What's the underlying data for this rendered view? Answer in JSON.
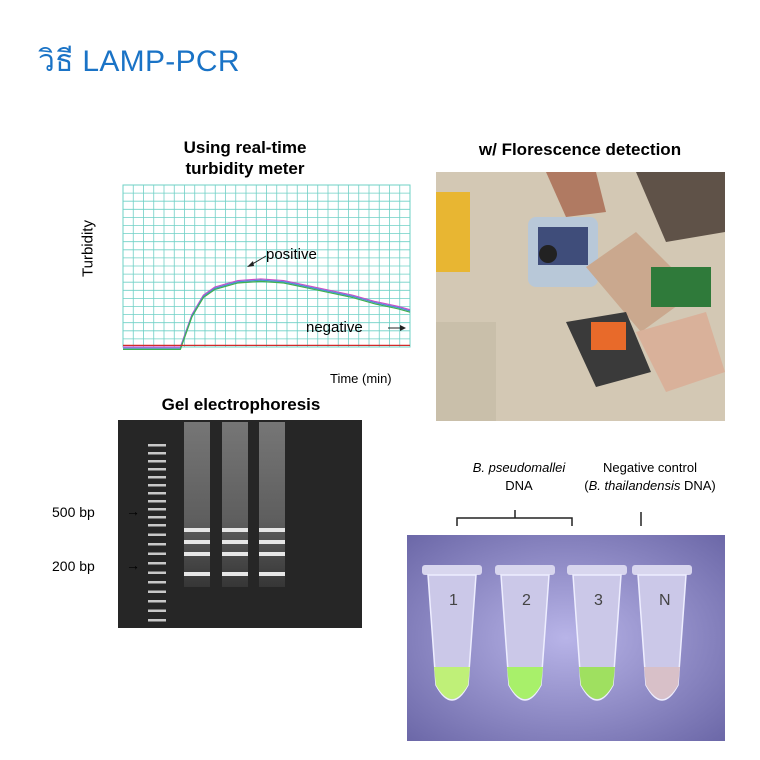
{
  "slide": {
    "title": "วิธี LAMP-PCR"
  },
  "turbidity": {
    "heading_line1": "Using real-time",
    "heading_line2": "turbidity meter",
    "ylabel": "Turbidity",
    "xlabel": "Time (min)",
    "annotation_positive": "positive",
    "annotation_negative": "negative"
  },
  "gel": {
    "heading": "Gel electrophoresis",
    "marker_500": "500 bp",
    "marker_200": "200 bp"
  },
  "fluorescence": {
    "heading": "w/ Florescence detection",
    "label_species": "B. pseudomallei",
    "label_dna": "DNA",
    "label_negative_line1": "Negative control",
    "label_negative_line2_species": "B. thailandensis",
    "label_negative_line2_dna": " DNA)",
    "label_negative_line2_open": "(",
    "tube_labels": [
      "1",
      "2",
      "3",
      "N"
    ]
  },
  "chart_data": {
    "type": "line",
    "title": "",
    "xlabel": "Time (min)",
    "ylabel": "Turbidity",
    "ylim": [
      0,
      1
    ],
    "grid": true,
    "series": [
      {
        "values_desc": "",
        "x": [
          0,
          20,
          24,
          28,
          32,
          40,
          48,
          56,
          64,
          72,
          80,
          88,
          96,
          100
        ],
        "y": [
          0,
          0,
          0.2,
          0.32,
          0.37,
          0.41,
          0.42,
          0.41,
          0.38,
          0.35,
          0.32,
          0.28,
          0.25,
          0.23
        ]
      },
      {
        "x": [
          0,
          100
        ],
        "y": [
          0.01,
          0.01
        ]
      }
    ],
    "colors": {
      "grid": "#6fd0c6",
      "positive": "#c84fc8",
      "negative": "#d22a2a"
    }
  }
}
